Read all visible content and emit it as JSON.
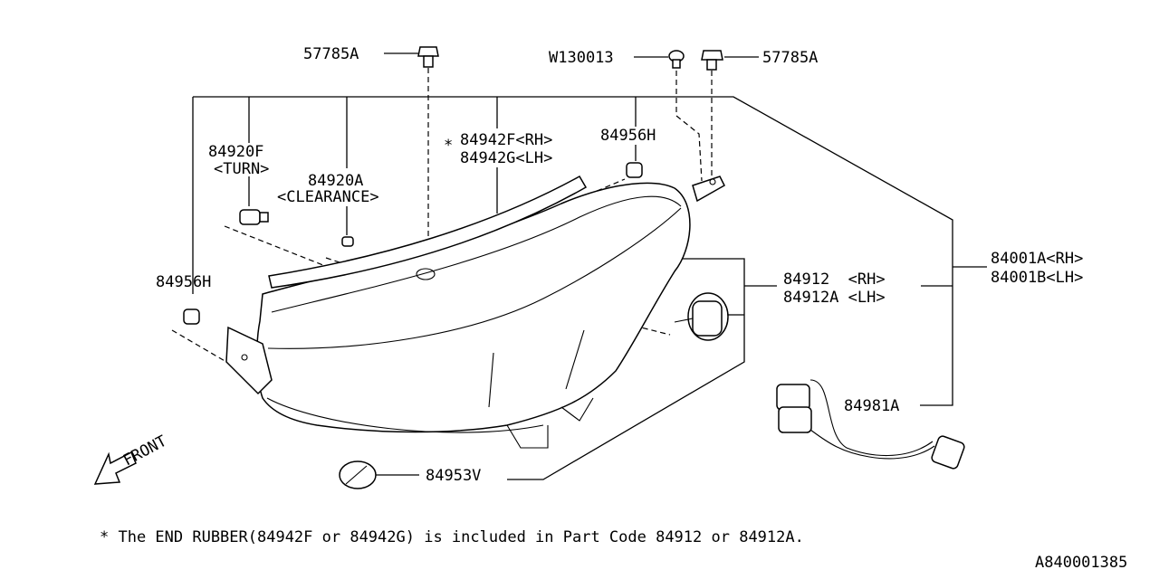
{
  "parts": {
    "p57785a_left": "57785A",
    "w130013": "W130013",
    "p57785a_right": "57785A",
    "p84942f": "84942F<RH>",
    "p84942g": "84942G<LH>",
    "asterisk": "*",
    "p84956h_top": "84956H",
    "p84920f": "84920F",
    "turn": "<TURN>",
    "p84920a": "84920A",
    "clearance": "<CLEARANCE>",
    "p84956h_left": "84956H",
    "p84001a": "84001A<RH>",
    "p84001b": "84001B<LH>",
    "p84912": "84912  <RH>",
    "p84912a": "84912A <LH>",
    "p84981a": "84981A",
    "p84953v": "84953V",
    "front": "FRONT"
  },
  "footnote": "* The END RUBBER(84942F or 84942G) is included in Part Code 84912 or 84912A.",
  "diagram_code": "A840001385"
}
